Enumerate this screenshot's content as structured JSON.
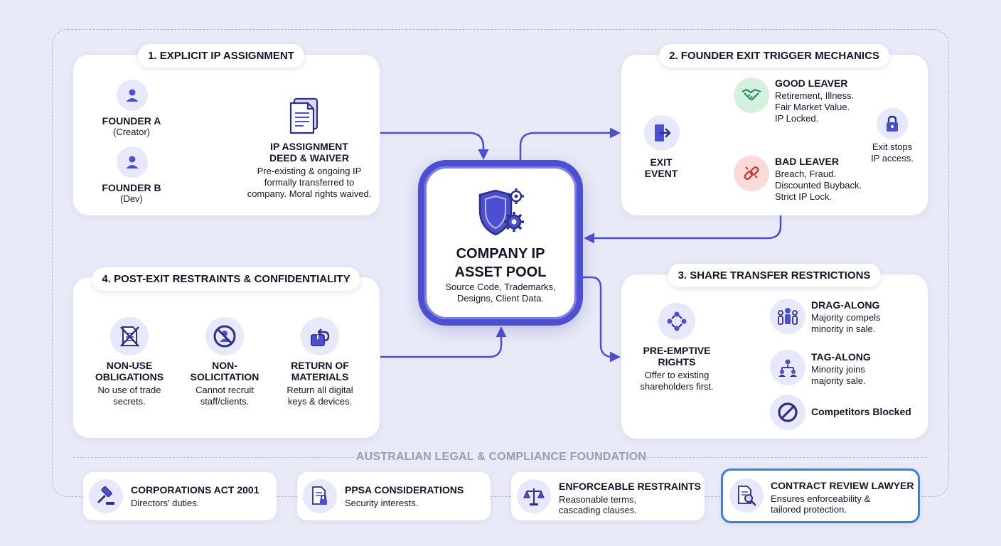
{
  "center": {
    "title_line1": "COMPANY IP",
    "title_line2": "ASSET POOL",
    "subtitle_line1": "Source Code, Trademarks,",
    "subtitle_line2": "Designs, Client Data."
  },
  "panel1": {
    "title": "1. EXPLICIT IP ASSIGNMENT",
    "founder_a": {
      "name": "FOUNDER A",
      "role": "(Creator)"
    },
    "founder_b": {
      "name": "FOUNDER B",
      "role": "(Dev)"
    },
    "deed": {
      "title_line1": "IP ASSIGNMENT",
      "title_line2": "DEED & WAIVER",
      "desc_line1": "Pre-existing & ongoing IP",
      "desc_line2": "formally transferred to",
      "desc_line3": "company. Moral rights waived."
    }
  },
  "panel2": {
    "title": "2. FOUNDER EXIT TRIGGER MECHANICS",
    "exit": {
      "line1": "EXIT",
      "line2": "EVENT"
    },
    "good": {
      "title": "GOOD LEAVER",
      "line1": "Retirement, Illness.",
      "line2": "Fair Market Value.",
      "line3": "IP Locked."
    },
    "bad": {
      "title": "BAD LEAVER",
      "line1": "Breach, Fraud.",
      "line2": "Discounted Buyback.",
      "line3": "Strict IP Lock."
    },
    "lock": {
      "line1": "Exit stops",
      "line2": "IP access."
    }
  },
  "panel3": {
    "title": "3. SHARE TRANSFER RESTRICTIONS",
    "pre": {
      "title_line1": "PRE-EMPTIVE",
      "title_line2": "RIGHTS",
      "desc_line1": "Offer to existing",
      "desc_line2": "shareholders first."
    },
    "drag": {
      "title": "DRAG-ALONG",
      "line1": "Majority compels",
      "line2": "minority in sale."
    },
    "tag": {
      "title": "TAG-ALONG",
      "line1": "Minority joins",
      "line2": "majority sale."
    },
    "blocked": "Competitors Blocked"
  },
  "panel4": {
    "title": "4. POST-EXIT RESTRAINTS & CONFIDENTIALITY",
    "items": [
      {
        "title_line1": "NON-USE",
        "title_line2": "OBLIGATIONS",
        "desc_line1": "No use of trade",
        "desc_line2": "secrets."
      },
      {
        "title_line1": "NON-",
        "title_line2": "SOLICITATION",
        "desc_line1": "Cannot recruit",
        "desc_line2": "staff/clients."
      },
      {
        "title_line1": "RETURN OF",
        "title_line2": "MATERIALS",
        "desc_line1": "Return all digital",
        "desc_line2": "keys & devices."
      }
    ]
  },
  "foundation": {
    "label": "AUSTRALIAN LEGAL & COMPLIANCE FOUNDATION",
    "cards": [
      {
        "title": "CORPORATIONS ACT 2001",
        "line1": "Directors' duties.",
        "line2": ""
      },
      {
        "title": "PPSA CONSIDERATIONS",
        "line1": "Security interests.",
        "line2": ""
      },
      {
        "title": "ENFORCEABLE RESTRAINTS",
        "line1": "Reasonable terms,",
        "line2": "cascading clauses."
      },
      {
        "title": "CONTRACT REVIEW LAWYER",
        "line1": "Ensures enforceability &",
        "line2": "tailored protection."
      }
    ]
  },
  "colors": {
    "primary": "#4d4fd1",
    "icon_bg": "#e7e8fb",
    "good": "#3cb46e",
    "bad": "#e0504a",
    "lawyer_border": "#3b82d6"
  }
}
